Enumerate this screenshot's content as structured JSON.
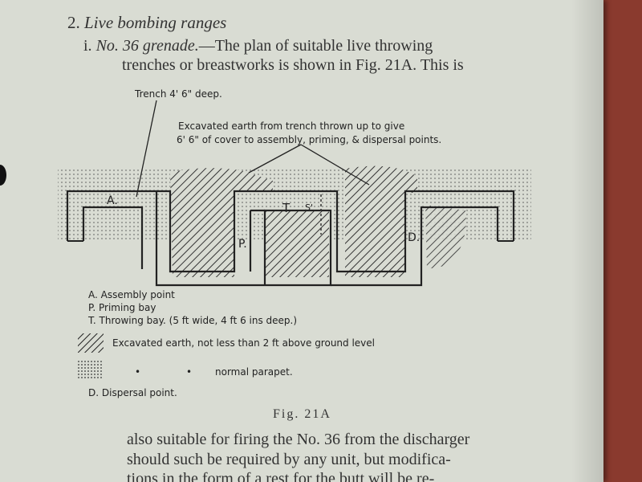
{
  "section": {
    "number": "2.",
    "title": "Live bombing ranges"
  },
  "intro": {
    "item": "i.",
    "subject": "No. 36",
    "subject_italic": "grenade.",
    "line1_rest": "—The plan of suitable live throwing",
    "line2": "trenches or breastworks is shown in Fig. 21A. This is"
  },
  "diagram": {
    "annotation_trench": "Trench 4' 6\" deep.",
    "annotation_earth_line1": "Excavated earth from trench thrown up to give",
    "annotation_earth_line2": "6' 6\" of cover to assembly, priming, & dispersal points.",
    "label_a": "A.",
    "label_t": "T",
    "label_p": "P.",
    "label_d": "D.",
    "label_s": "S'"
  },
  "legend": {
    "a": "A. Assembly point",
    "p": "P. Priming bay",
    "t": "T. Throwing bay. (5 ft wide, 4 ft 6 ins deep.)",
    "excavated": "Excavated earth, not less than 2 ft above ground level",
    "dot1": "•",
    "dot2": "•",
    "parapet": "normal parapet.",
    "d": "D. Dispersal point."
  },
  "figure": {
    "caption": "Fig. 21A"
  },
  "body": {
    "line1": "also suitable for firing the No. 36 from the discharger",
    "line2": "should such be required by any unit, but modifica-",
    "line3": "tions in the form of a rest for the butt will be re-"
  },
  "colors": {
    "page": "#d9dcd3",
    "background": "#8a3a2e",
    "ink": "#2a2a2a"
  }
}
